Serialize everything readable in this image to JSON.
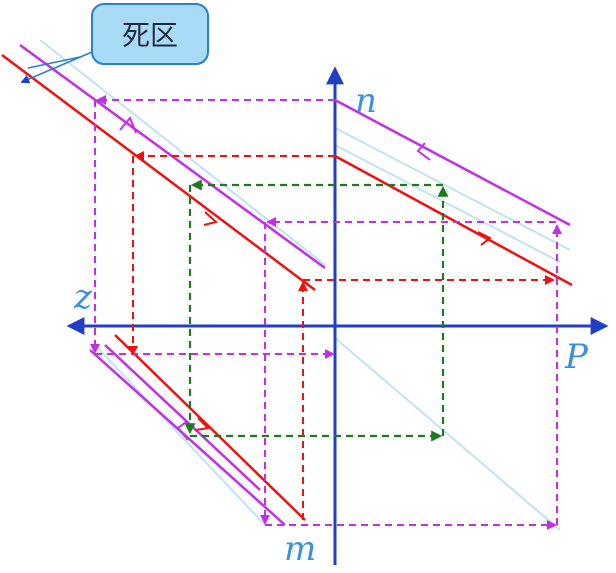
{
  "callout": {
    "text": "死区"
  },
  "axes": {
    "n": "n",
    "m": "m",
    "z": "z",
    "P": "P"
  },
  "colors": {
    "axis": "#1f3fc4",
    "axis_label": "#3a8fe0",
    "magenta": "#c22fe6",
    "red": "#ee1111",
    "green": "#1e7a1e",
    "light": "#bfe3f5",
    "callout_fill": "#a9dbf7",
    "callout_stroke": "#2a7fcf"
  }
}
